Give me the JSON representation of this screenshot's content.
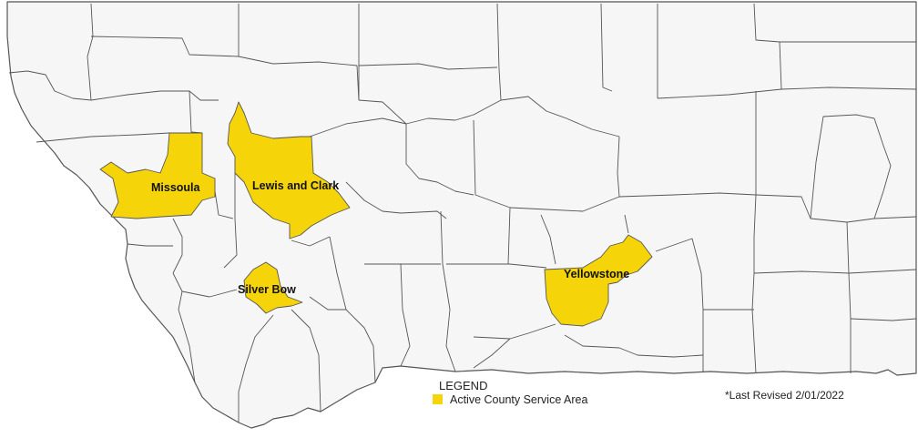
{
  "colors": {
    "state_fill": "#f6f6f6",
    "county_line": "#555555",
    "active_fill": "#f5d50a"
  },
  "counties": {
    "missoula": {
      "label": "Missoula",
      "status": "active"
    },
    "lewis_and_clark": {
      "label": "Lewis and Clark",
      "status": "active"
    },
    "silver_bow": {
      "label": "Silver Bow",
      "status": "active"
    },
    "yellowstone": {
      "label": "Yellowstone",
      "status": "active"
    }
  },
  "legend": {
    "title": "LEGEND",
    "items": [
      {
        "label": "Active County Service Area",
        "color": "#f5d50a"
      }
    ]
  },
  "revision_note": "*Last Revised 2/01/2022"
}
